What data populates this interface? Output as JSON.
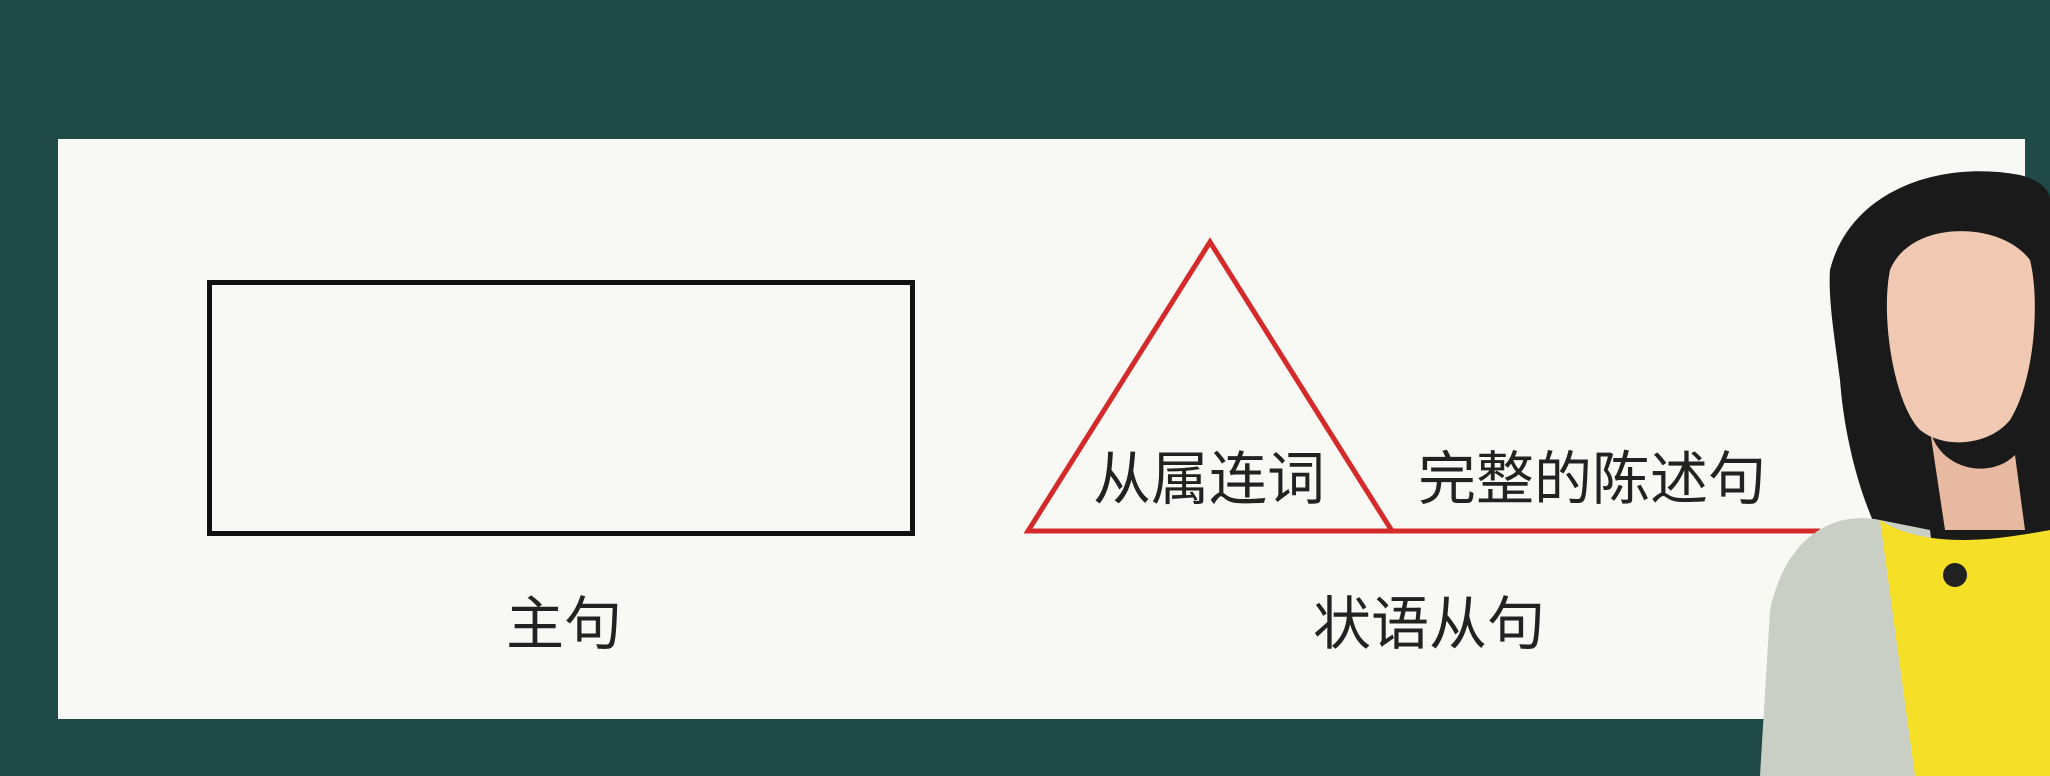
{
  "main_clause": {
    "label": "主句"
  },
  "adverbial_clause": {
    "label": "状语从句",
    "conjunction_label": "从属连词",
    "statement_label": "完整的陈述句"
  },
  "colors": {
    "background": "#204a47",
    "slide": "#f8f8f5",
    "box_border": "#111111",
    "triangle_and_line": "#d52a2a",
    "text": "#222222"
  }
}
